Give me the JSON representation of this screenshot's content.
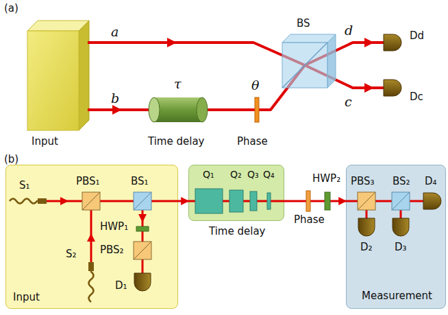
{
  "diagram": {
    "nodes": [
      {
        "text": [
          "Input"
        ]
      },
      {
        "text": [
          "Input"
        ]
      },
      {
        "text": [
          "Time delay"
        ]
      },
      {
        "text": [
          "Measurement"
        ]
      }
    ],
    "edges": [
      {
        "from": 1,
        "to": 2,
        "arrow": "to"
      },
      {
        "from": 2,
        "to": 3,
        "arrow": "to"
      }
    ],
    "labels": [
      "(a)",
      "a",
      "b",
      "τ",
      "θ",
      "BS",
      "d",
      "c",
      "Dd",
      "Dc",
      "Time delay",
      "Phase",
      "(b)",
      "S₁",
      "PBS₁",
      "BS₁",
      "S₂",
      "HWP₁",
      "PBS₂",
      "D₁",
      "Q₁",
      "Q₂",
      "Q₃",
      "Q₄",
      "Phase",
      "HWP₂",
      "PBS₃",
      "BS₂",
      "D₂",
      "D₃",
      "D₄"
    ]
  }
}
